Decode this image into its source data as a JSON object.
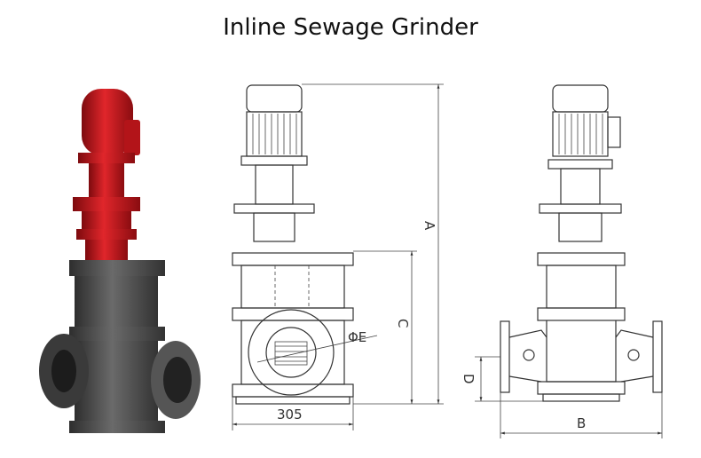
{
  "title": "Inline Sewage Grinder",
  "colors": {
    "motor": "#c8161d",
    "body": "#4a4a4a",
    "line": "#333333"
  },
  "dimensions": {
    "overall_height": "A",
    "inlet_height": "C",
    "flange_diameter": "ΦE",
    "base_height": "D",
    "width": "305",
    "length": "B"
  }
}
